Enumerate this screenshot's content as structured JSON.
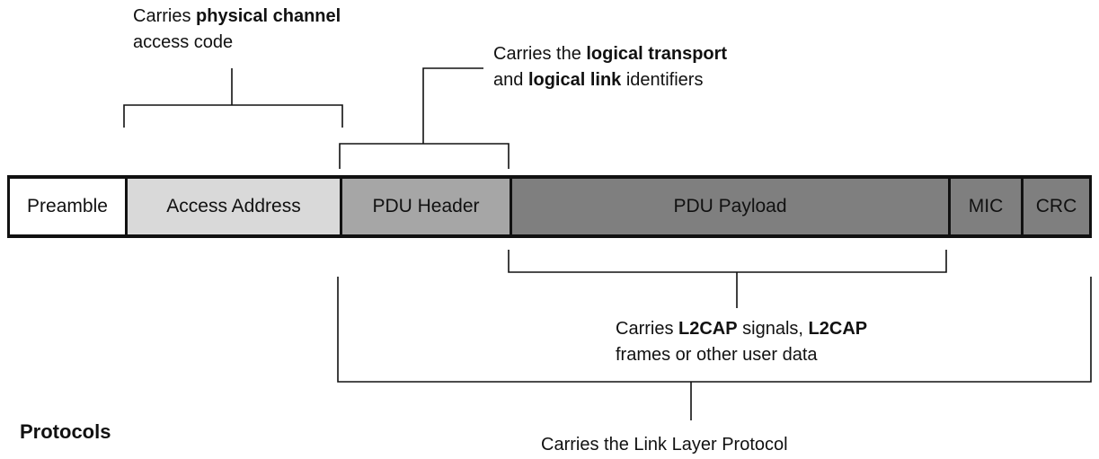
{
  "notes": {
    "physical": {
      "line1_prefix": "Carries ",
      "line1_bold": "physical channel",
      "line2": "access code"
    },
    "logical": {
      "line1_prefix": "Carries the ",
      "line1_bold": "logical transport",
      "line2_prefix": "and ",
      "line2_bold": "logical link",
      "line2_suffix": " identifiers"
    },
    "payload": {
      "line1_prefix": "Carries ",
      "line1_bold1": "L2CAP",
      "line1_mid": " signals, ",
      "line1_bold2": "L2CAP",
      "line2": "frames or other user data"
    },
    "link_layer": "Carries the Link Layer Protocol"
  },
  "fields": [
    {
      "label": "Preamble",
      "color": "#ffffff"
    },
    {
      "label": "Access Address",
      "color": "#d9d9d9"
    },
    {
      "label": "PDU Header",
      "color": "#a6a6a6"
    },
    {
      "label": "PDU Payload",
      "color": "#7f7f7f"
    },
    {
      "label": "MIC",
      "color": "#7f7f7f"
    },
    {
      "label": "CRC",
      "color": "#7f7f7f"
    }
  ],
  "heading": "Protocols"
}
